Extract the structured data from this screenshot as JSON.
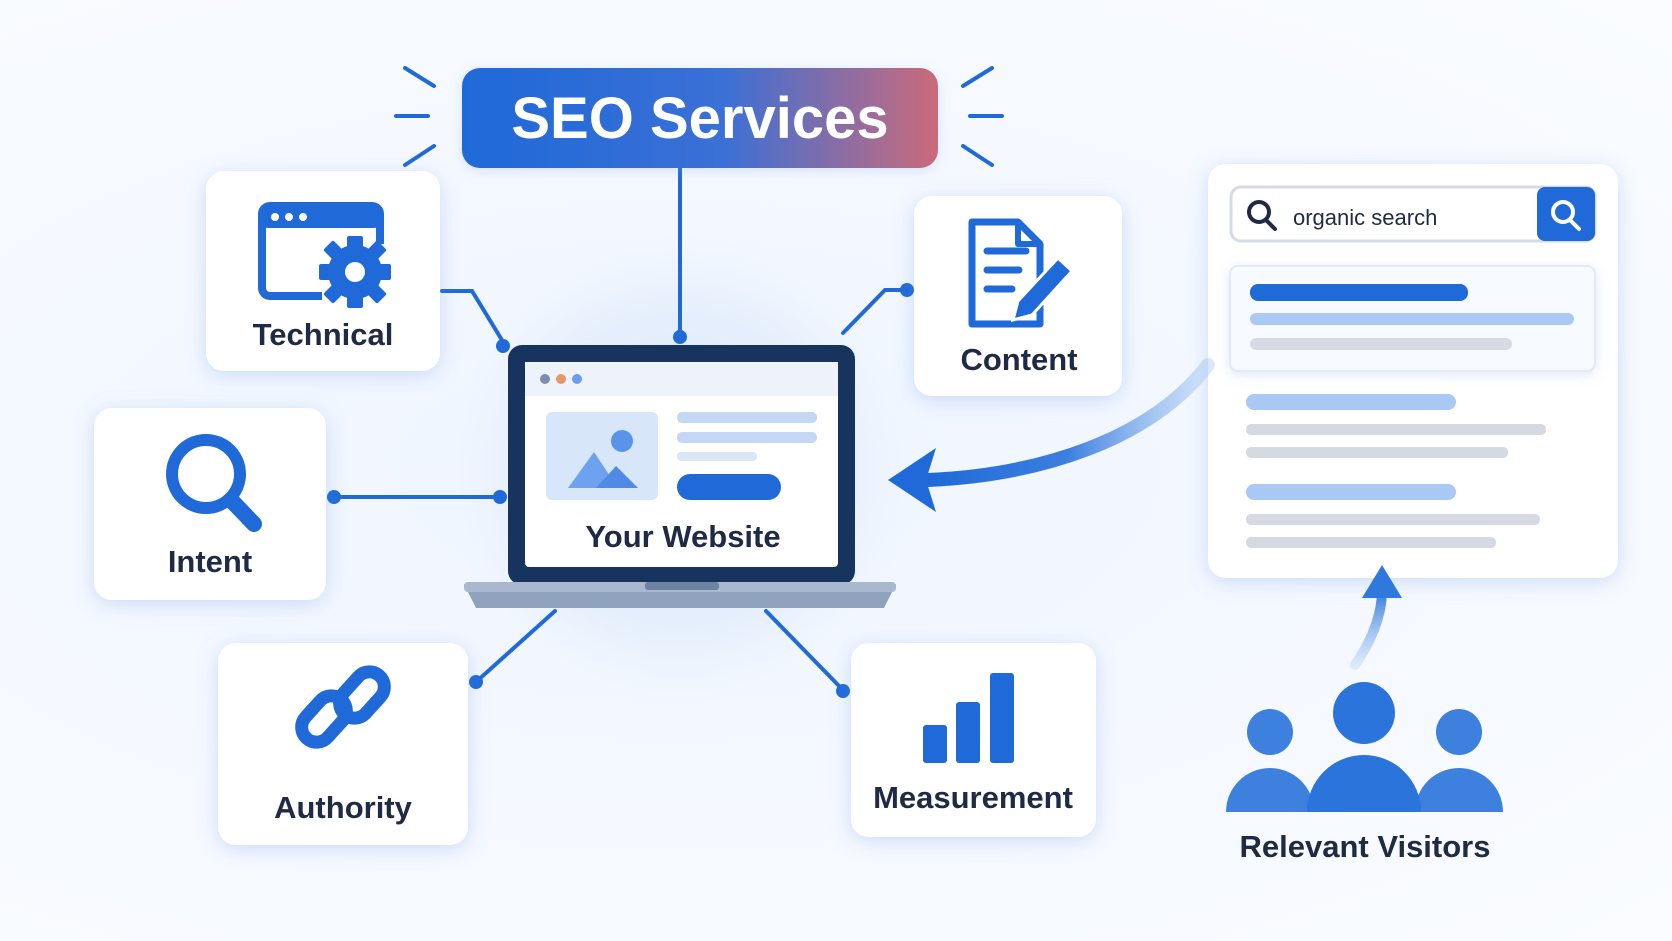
{
  "title": "SEO Services",
  "center": {
    "label": "Your Website"
  },
  "pillars": {
    "technical": "Technical",
    "content": "Content",
    "intent": "Intent",
    "authority": "Authority",
    "measurement": "Measurement"
  },
  "search": {
    "query": "organic search"
  },
  "visitors": {
    "label": "Relevant Visitors"
  },
  "colors": {
    "primary": "#1f6ad8",
    "title_gradient_start": "#1f6ad8",
    "title_gradient_end": "#c86a7c",
    "laptop_frame": "#17345f",
    "light_blue": "#8fb8f0",
    "gray_line": "#d4d9e2",
    "text_dark": "#1f2a44"
  },
  "icons": {
    "technical": "browser-gear-icon",
    "content": "document-pencil-icon",
    "intent": "magnifier-icon",
    "authority": "chain-link-icon",
    "measurement": "bar-chart-icon",
    "search": "search-icon",
    "visitors": "people-group-icon"
  }
}
